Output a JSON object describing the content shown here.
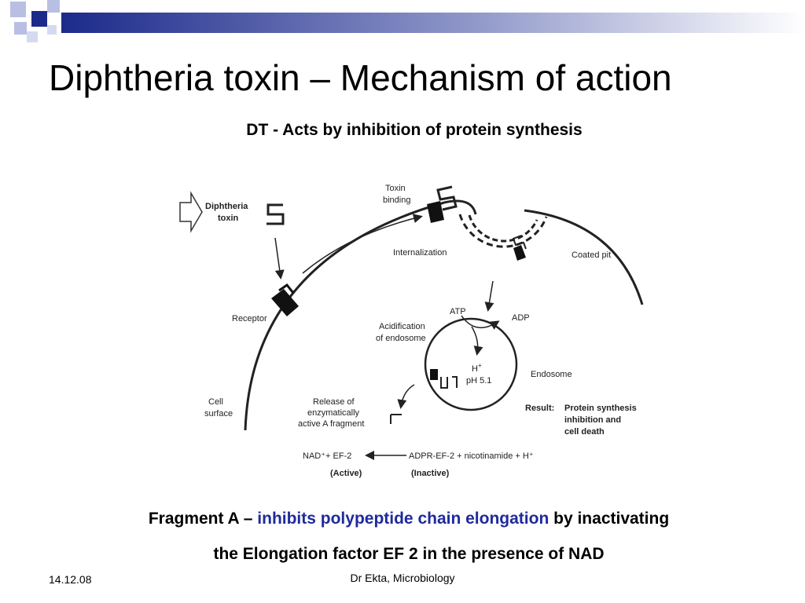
{
  "slide": {
    "title": "Diphtheria toxin – Mechanism of action",
    "subtitle": "DT - Acts by inhibition of protein synthesis"
  },
  "diagram": {
    "toxin_label_1": "Diphtheria",
    "toxin_label_2": "toxin",
    "toxin_binding_1": "Toxin",
    "toxin_binding_2": "binding",
    "internalization": "Internalization",
    "coated_pit": "Coated pit",
    "receptor": "Receptor",
    "atp": "ATP",
    "adp": "ADP",
    "acidification_1": "Acidification",
    "acidification_2": "of endosome",
    "h_plus": "H",
    "ph": "pH 5.1",
    "endosome": "Endosome",
    "cell_surface_1": "Cell",
    "cell_surface_2": "surface",
    "release_1": "Release of",
    "release_2": "enzymatically",
    "release_3": "active A fragment",
    "result_label": "Result:",
    "result_1": "Protein synthesis",
    "result_2": "inhibition and",
    "result_3": "cell death",
    "reaction_left": "NAD⁺+ EF-2",
    "reaction_right": "ADPR-EF-2 + nicotinamide + H⁺",
    "active": "(Active)",
    "inactive": "(Inactive)"
  },
  "bottom": {
    "line1_prefix": "Fragment A – ",
    "line1_highlight": "inhibits polypeptide chain elongation",
    "line1_suffix": " by inactivating",
    "line2": "the Elongation factor EF 2 in the presence of NAD"
  },
  "footer": {
    "date": "14.12.08",
    "author": "Dr Ekta, Microbiology"
  },
  "colors": {
    "highlight": "#1f2a9c",
    "deco_navy": "#1c2a8a",
    "deco_lavender": "#b9bfe3"
  }
}
